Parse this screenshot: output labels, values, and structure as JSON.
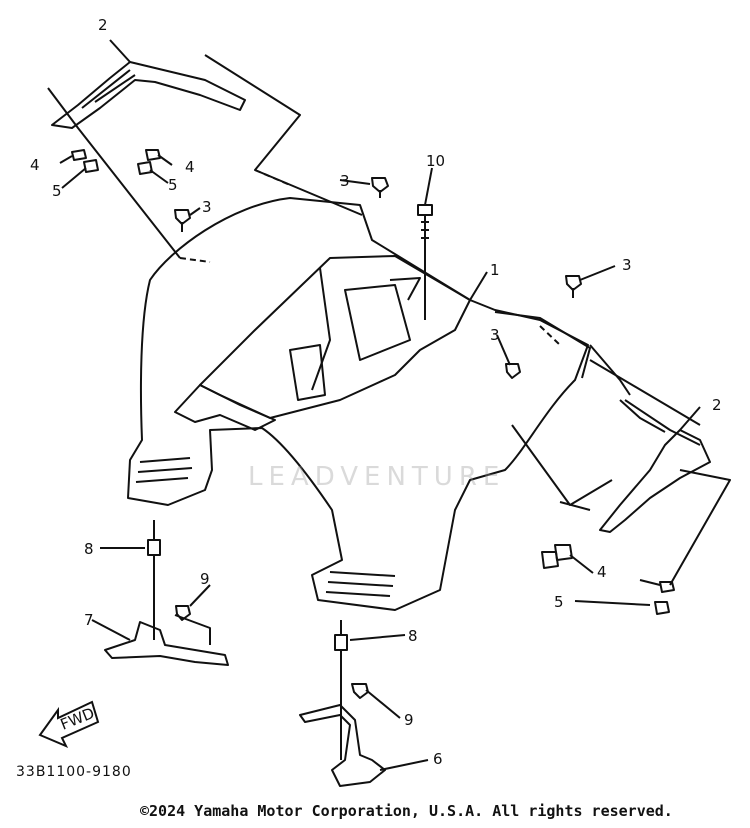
{
  "diagram": {
    "callouts": [
      "1",
      "2",
      "2",
      "3",
      "3",
      "3",
      "3",
      "4",
      "4",
      "4",
      "5",
      "5",
      "5",
      "6",
      "7",
      "8",
      "8",
      "9",
      "9",
      "10"
    ],
    "fwd_label": "FWD",
    "ref_code": "33B1100-9180",
    "watermark": "LEADVENTURE",
    "copyright": "©2024 Yamaha Motor Corporation, U.S.A. All rights reserved."
  }
}
